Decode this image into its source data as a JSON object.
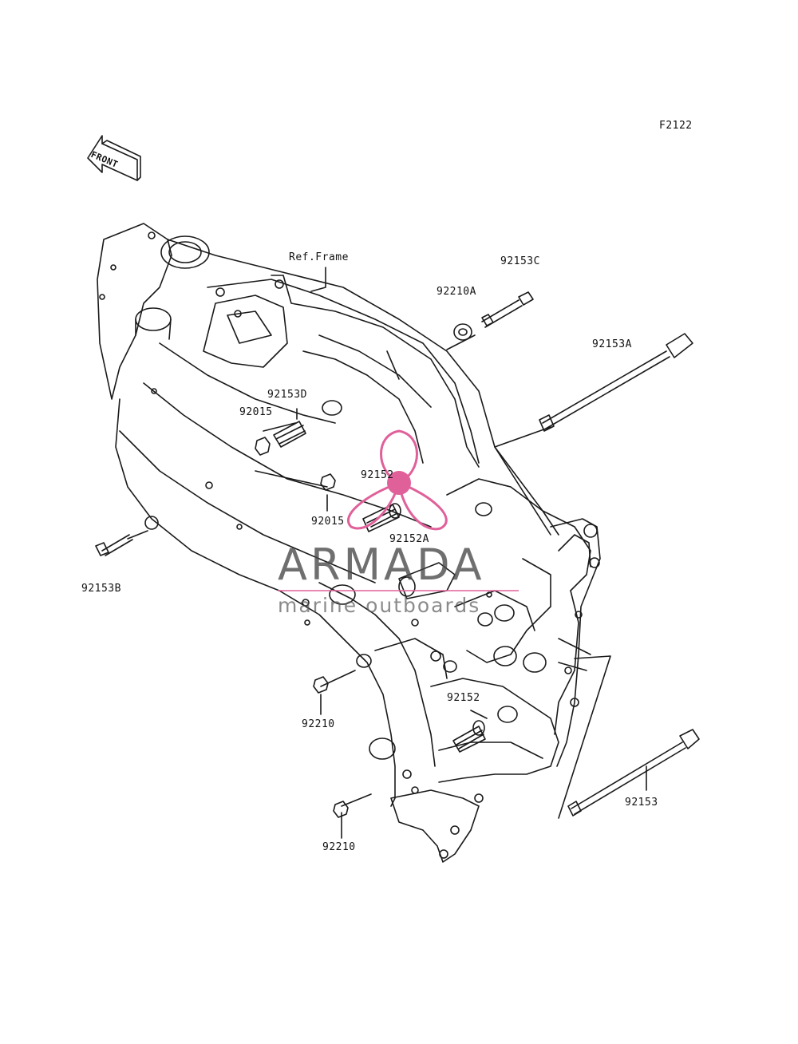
{
  "figure_code": "F2122",
  "front_arrow_text": "FRONT",
  "ref_frame_label": "Ref.Frame",
  "parts": [
    {
      "id": "92153C",
      "label": "92153C"
    },
    {
      "id": "92210A",
      "label": "92210A"
    },
    {
      "id": "92153A",
      "label": "92153A"
    },
    {
      "id": "92153D",
      "label": "92153D"
    },
    {
      "id": "92015a",
      "label": "92015"
    },
    {
      "id": "92152a",
      "label": "92152"
    },
    {
      "id": "92015b",
      "label": "92015"
    },
    {
      "id": "92152A",
      "label": "92152A"
    },
    {
      "id": "92153B",
      "label": "92153B"
    },
    {
      "id": "92210a",
      "label": "92210"
    },
    {
      "id": "92152b",
      "label": "92152"
    },
    {
      "id": "92153",
      "label": "92153"
    },
    {
      "id": "92210b",
      "label": "92210"
    }
  ],
  "watermark": {
    "title": "ARMADA",
    "subtitle": "marine outboards",
    "accent_color": "#e0609a"
  },
  "colors": {
    "line": "#1a1a1a",
    "background": "#ffffff"
  }
}
